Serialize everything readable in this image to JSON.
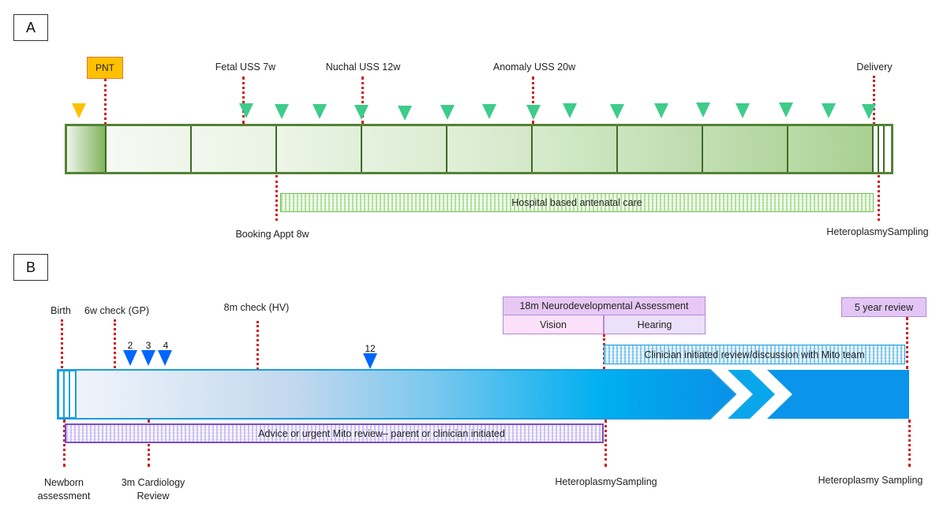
{
  "panel_a": {
    "label": "A",
    "pnt_label": "PNT",
    "top_labels": {
      "fetal_uss": "Fetal USS 7w",
      "nuchal_uss": "Nuchal USS 12w",
      "anomaly_uss": "Anomaly USS 20w",
      "delivery": "Delivery"
    },
    "bottom_labels": {
      "booking": "Booking Appt 8w",
      "heteroplasmy": "HeteroplasmySampling"
    },
    "antenatal_care_label": "Hospital based antenatal care",
    "segments": 10,
    "green_marker_count": 17,
    "colors": {
      "border": "#548235",
      "marker_green": "#3dcc8a",
      "marker_orange": "#ffc000",
      "dotted": "#d11a1a"
    }
  },
  "panel_b": {
    "label": "B",
    "top_labels": {
      "birth": "Birth",
      "six_week": "6w check (GP)",
      "eight_month": "8m check (HV)"
    },
    "markers": [
      "2",
      "3",
      "4",
      "12"
    ],
    "neuro_assessment": "18m Neurodevelopmental Assessment",
    "vision": "Vision",
    "hearing": "Hearing",
    "five_year": "5 year review",
    "clinician_review": "Clinician initiated review/discussion with Mito team",
    "advice_review": "Advice or urgent Mito review– parent or clinician initiated",
    "bottom_labels": {
      "newborn_line1": "Newborn",
      "newborn_line2": "assessment",
      "cardiology_line1": "3m Cardiology",
      "cardiology_line2": "Review",
      "heteroplasmy_18m": "HeteroplasmySampling",
      "heteroplasmy_5y": "Heteroplasmy Sampling"
    },
    "colors": {
      "bar_start": "#f2f6fb",
      "bar_mid": "#00b0f0",
      "bar_end": "#0a8fe8",
      "marker_blue": "#0066ff"
    }
  }
}
